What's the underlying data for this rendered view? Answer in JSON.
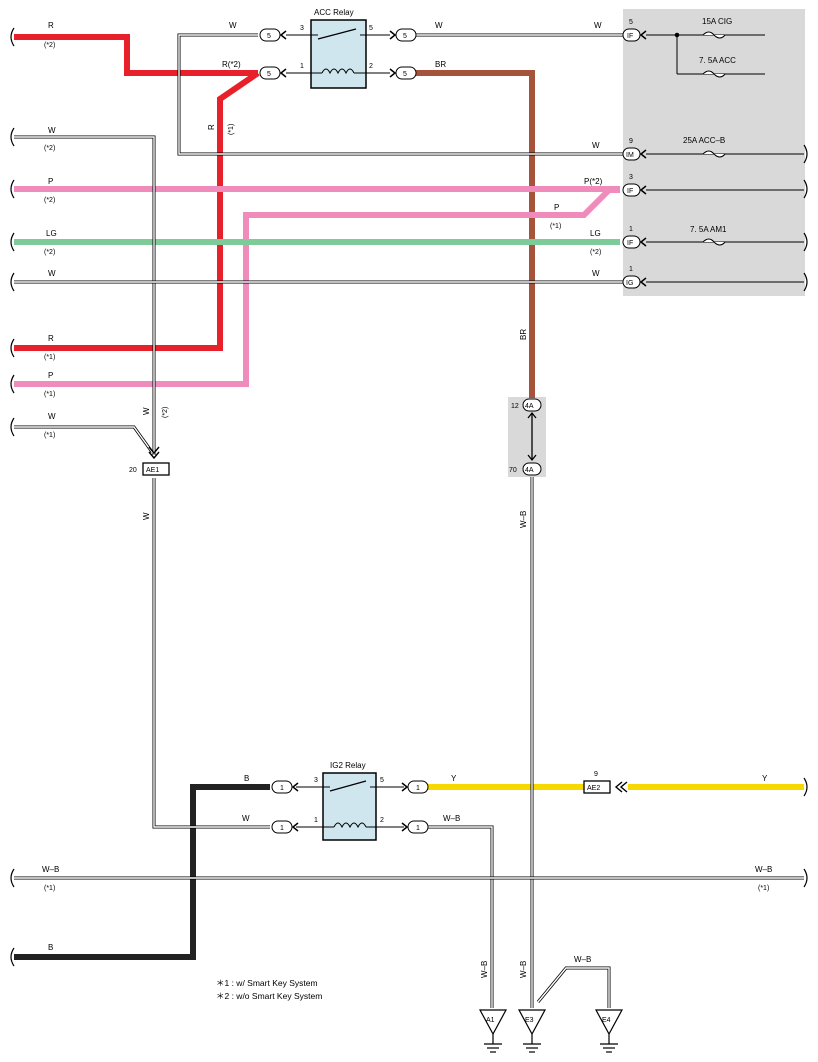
{
  "relays": {
    "acc": {
      "title": "ACC Relay",
      "pin_coil_in": "1",
      "pin_coil_out": "2",
      "pin_com": "3",
      "pin_no": "5"
    },
    "ig2": {
      "title": "IG2 Relay",
      "pin_coil_in": "1",
      "pin_coil_out": "2",
      "pin_com": "3",
      "pin_no": "5"
    }
  },
  "fuse_block": {
    "fuses": [
      "15A CIG",
      "7. 5A ACC",
      "25A ACC–B",
      "7. 5A AM1"
    ],
    "pins": [
      "5",
      "9",
      "3",
      "1",
      "1"
    ],
    "connectors": [
      "IF",
      "IM",
      "IF",
      "IF",
      "IG"
    ]
  },
  "connectors": {
    "acc_relay_conn": "5",
    "ig2_relay_conn": "1",
    "ae1": {
      "code": "AE1",
      "pin": "20"
    },
    "ae2": {
      "code": "AE2",
      "pin": "9"
    },
    "j4a": {
      "code": "4A",
      "pin_top": "12",
      "pin_bottom": "70"
    }
  },
  "wires": {
    "W": "W",
    "R": "R",
    "R2": "R(*2)",
    "BR": "BR",
    "P": "P",
    "P2": "P(*2)",
    "LG": "LG",
    "B": "B",
    "Y": "Y",
    "WB": "W–B"
  },
  "variants": {
    "v1": "(*1)",
    "v2": "(*2)"
  },
  "grounds": [
    "A1",
    "E3",
    "E4"
  ],
  "notes": [
    "＊1 : w/ Smart Key System",
    "＊2 : w/o Smart Key System"
  ],
  "colors": {
    "red": "#e8202a",
    "pink": "#f08cbc",
    "green": "#7ecb9a",
    "brown": "#a5533a",
    "yellow": "#f7d800",
    "black": "#222222",
    "shade": "#d9d9d9"
  }
}
